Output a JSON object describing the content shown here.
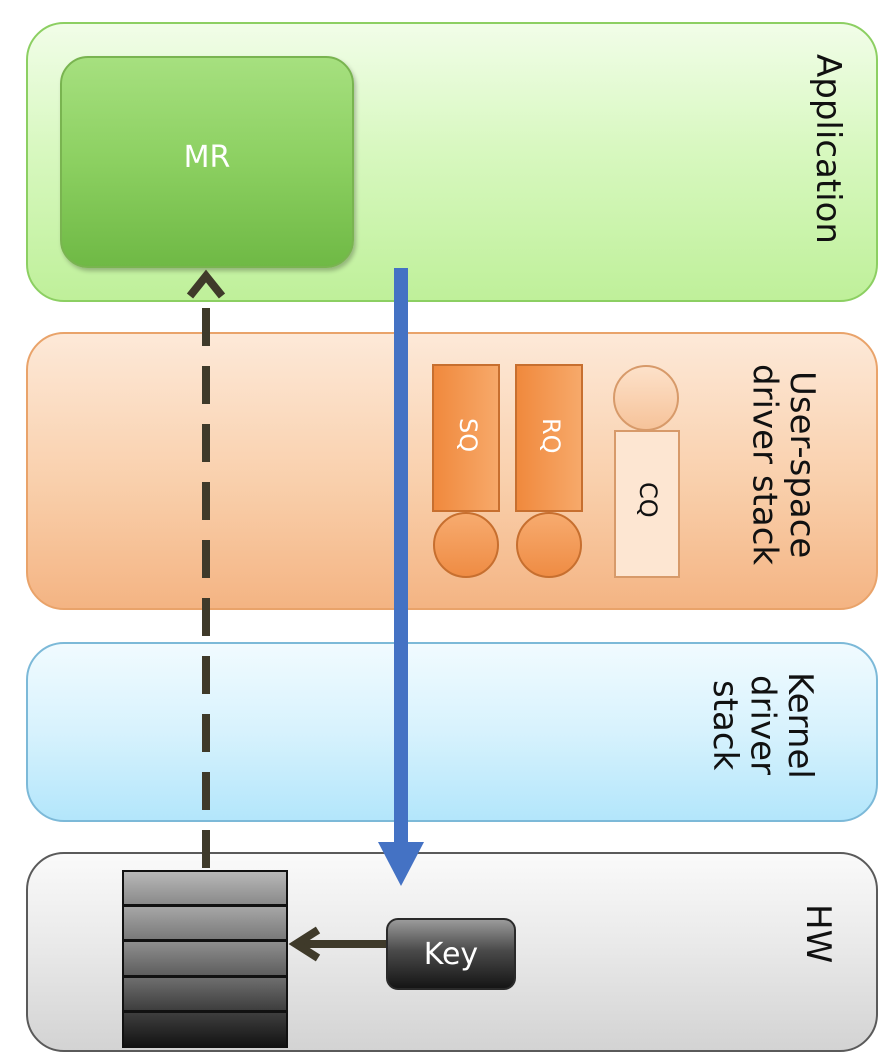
{
  "layers": {
    "application": {
      "label": "Application"
    },
    "user_space": {
      "label": "User-space\ndriver stack"
    },
    "kernel": {
      "label": "Kernel\ndriver\nstack"
    },
    "hw": {
      "label": "HW"
    }
  },
  "blocks": {
    "mr": "MR",
    "sq": "SQ",
    "rq": "RQ",
    "cq": "CQ",
    "key": "Key"
  },
  "colors": {
    "application": "#d8f8c0",
    "user_space": "#f9cfab",
    "kernel": "#d7f2fd",
    "hw": "#e8e8e8",
    "blue_arrow": "#4472c4",
    "dashed_arrow": "#3f3a2a"
  }
}
